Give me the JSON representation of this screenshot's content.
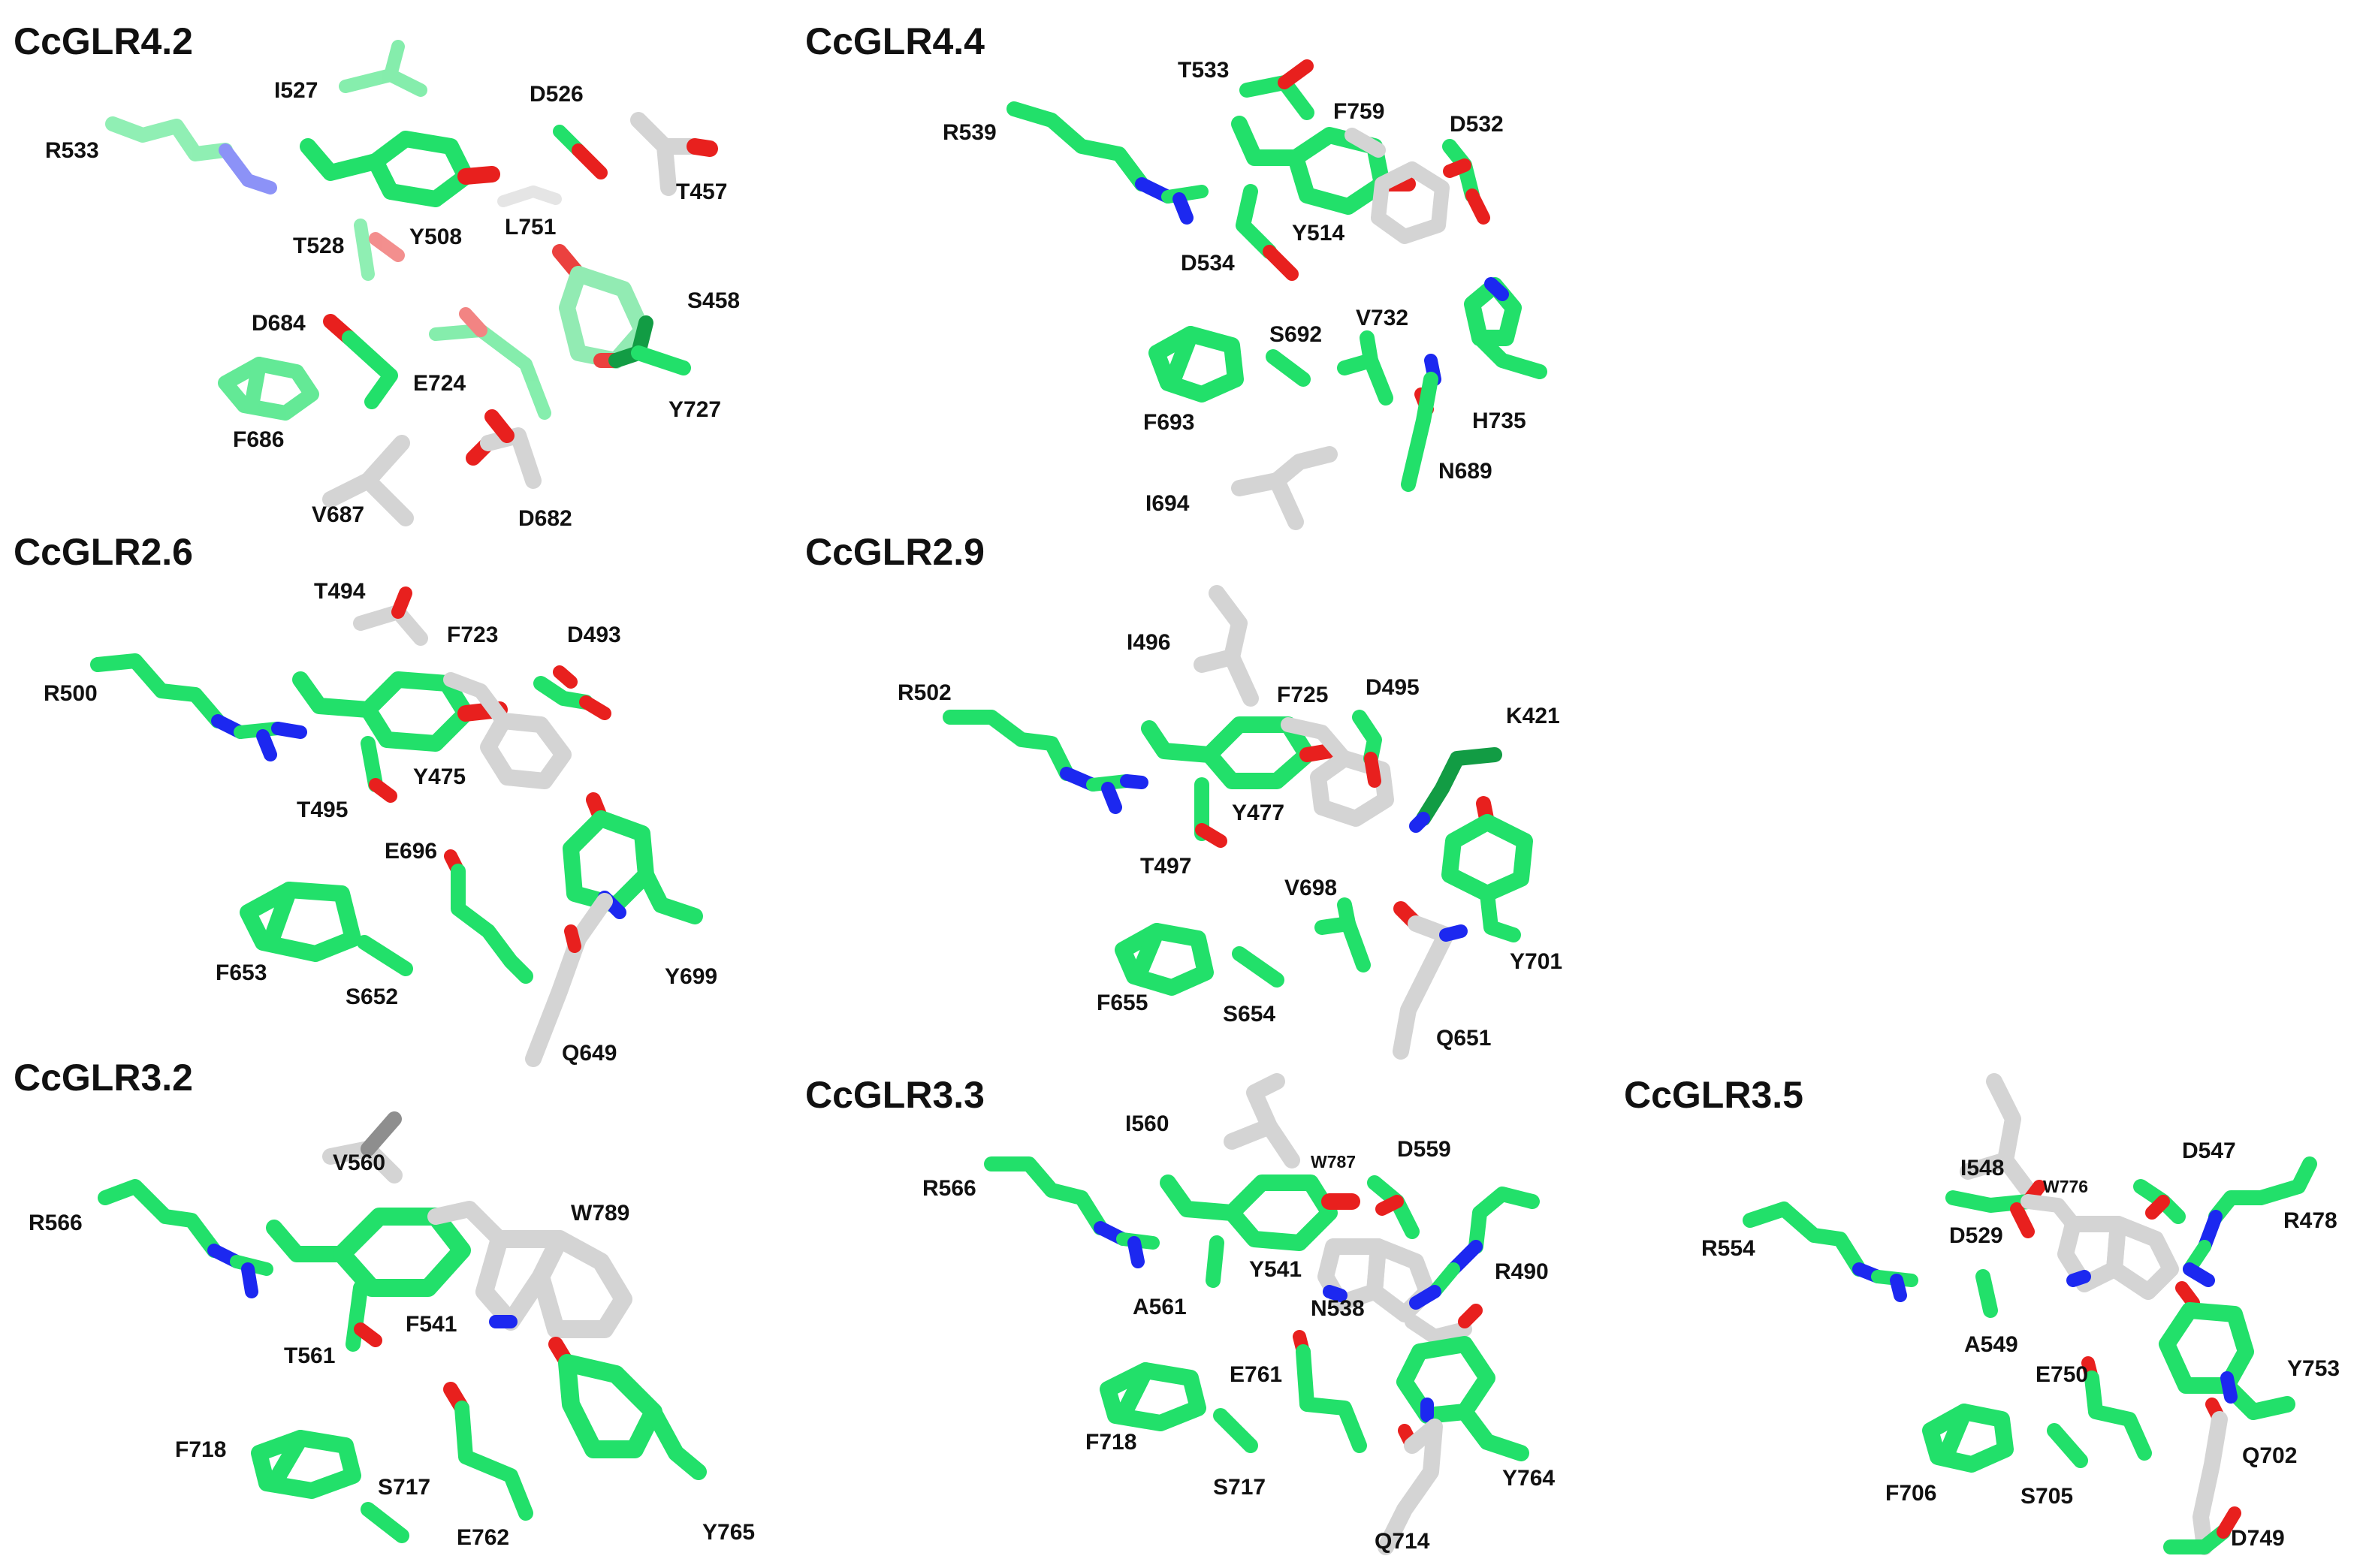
{
  "colors": {
    "green": "#22e06a",
    "green_dark": "#129c44",
    "green_light": "#7fe8a6",
    "grey": "#d4d4d4",
    "grey_dark": "#8e8e8e",
    "oxygen": "#e8201e",
    "nitrogen": "#1c28f0",
    "text": "#111111"
  },
  "panels": [
    {
      "id": "cclgr4-2",
      "title": "CcGLR4.2",
      "labels": [
        "I527",
        "D526",
        "R533",
        "T457",
        "Y508",
        "L751",
        "T528",
        "S458",
        "D684",
        "E724",
        "Y727",
        "F686",
        "V687",
        "D682"
      ]
    },
    {
      "id": "cclgr4-4",
      "title": "CcGLR4.4",
      "labels": [
        "T533",
        "F759",
        "D532",
        "R539",
        "Y514",
        "D534",
        "S692",
        "V732",
        "F693",
        "H735",
        "N689",
        "I694"
      ]
    },
    {
      "id": "cclgr2-6",
      "title": "CcGLR2.6",
      "labels": [
        "T494",
        "F723",
        "D493",
        "R500",
        "Y475",
        "T495",
        "E696",
        "F653",
        "S652",
        "Y699",
        "Q649"
      ]
    },
    {
      "id": "cclgr2-9",
      "title": "CcGLR2.9",
      "labels": [
        "I496",
        "F725",
        "D495",
        "R502",
        "K421",
        "Y477",
        "T497",
        "V698",
        "F655",
        "S654",
        "Y701",
        "Q651"
      ]
    },
    {
      "id": "cclgr3-2",
      "title": "CcGLR3.2",
      "labels": [
        "V560",
        "W789",
        "R566",
        "F541",
        "T561",
        "F718",
        "S717",
        "E762",
        "Y765"
      ]
    },
    {
      "id": "cclgr3-3",
      "title": "CcGLR3.3",
      "labels": [
        "I560",
        "W787",
        "D559",
        "R566",
        "Y541",
        "R490",
        "A561",
        "N538",
        "E761",
        "F718",
        "S717",
        "Y764",
        "Q714"
      ]
    },
    {
      "id": "cclgr3-5",
      "title": "CcGLR3.5",
      "labels": [
        "I548",
        "W776",
        "D547",
        "R554",
        "D529",
        "R478",
        "A549",
        "Y753",
        "E750",
        "F706",
        "S705",
        "Q702",
        "D749"
      ]
    }
  ]
}
